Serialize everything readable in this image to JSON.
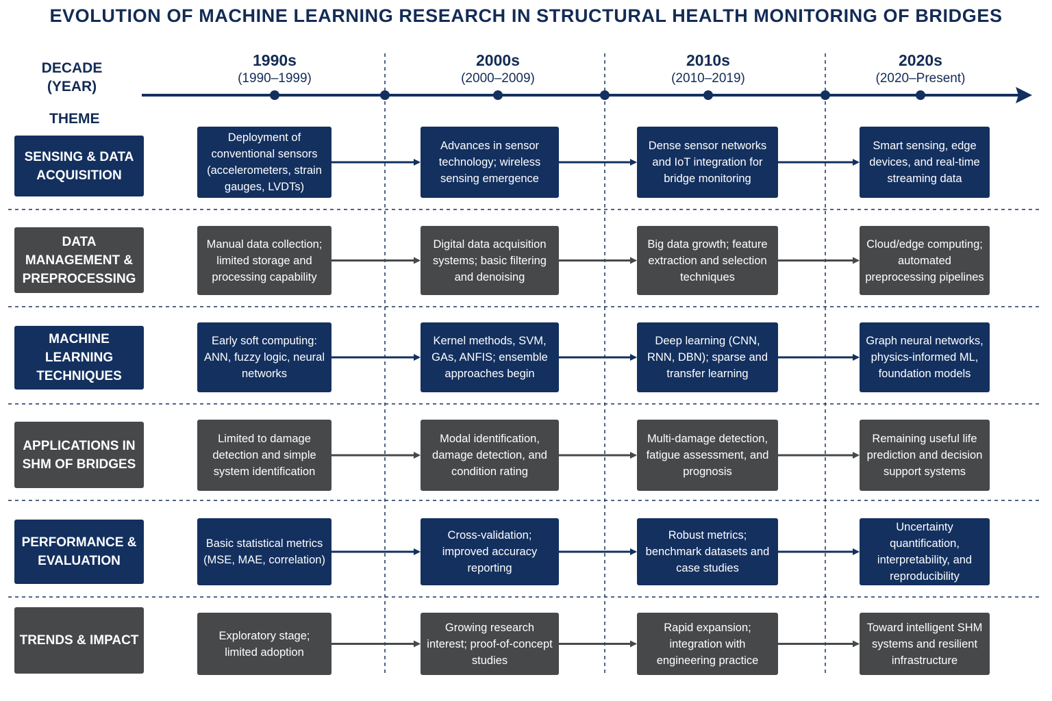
{
  "title": "EVOLUTION OF MACHINE LEARNING RESEARCH IN STRUCTURAL HEALTH MONITORING OF BRIDGES",
  "axis": {
    "decade_label_line1": "DECADE",
    "decade_label_line2": "(YEAR)",
    "theme_label": "THEME"
  },
  "colors": {
    "navy": "#13305f",
    "dark_gray": "#464849",
    "title": "#132b55"
  },
  "eras": [
    {
      "name": "1990s",
      "range": "(1990–1999)"
    },
    {
      "name": "2000s",
      "range": "(2000–2009)"
    },
    {
      "name": "2010s",
      "range": "(2010–2019)"
    },
    {
      "name": "2020s",
      "range": "(2020–Present)"
    }
  ],
  "rows": [
    {
      "label": "SENSING & DATA ACQUISITION",
      "style": "navy",
      "cells": [
        "Deployment of conventional sensors (accelerometers, strain gauges, LVDTs)",
        "Advances in sensor technology; wireless sensing emergence",
        "Dense sensor networks and IoT integration for bridge monitoring",
        "Smart sensing, edge devices, and real-time streaming data"
      ]
    },
    {
      "label": "DATA MANAGEMENT & PREPROCESSING",
      "style": "dark",
      "cells": [
        "Manual data collection; limited storage and processing capability",
        "Digital data acquisition systems; basic filtering and denoising",
        "Big data growth; feature extraction and selection techniques",
        "Cloud/edge computing; automated preprocessing pipelines"
      ]
    },
    {
      "label": "MACHINE LEARNING TECHNIQUES",
      "style": "navy",
      "cells": [
        "Early soft computing: ANN, fuzzy logic, neural networks",
        "Kernel methods, SVM, GAs, ANFIS; ensemble approaches begin",
        "Deep learning (CNN, RNN, DBN); sparse and transfer learning",
        "Graph neural networks, physics-informed ML, foundation models"
      ]
    },
    {
      "label": "APPLICATIONS IN SHM OF BRIDGES",
      "style": "dark",
      "cells": [
        "Limited to damage detection and simple system identification",
        "Modal identification, damage detection, and condition rating",
        "Multi-damage detection, fatigue assessment, and prognosis",
        "Remaining useful life prediction and decision support systems"
      ]
    },
    {
      "label": "PERFORMANCE & EVALUATION",
      "style": "navy",
      "cells": [
        "Basic statistical metrics (MSE, MAE, correlation)",
        "Cross-validation; improved accuracy reporting",
        "Robust metrics; benchmark datasets and case studies",
        "Uncertainty quantification, interpretability, and reproducibility"
      ]
    },
    {
      "label": "TRENDS & IMPACT",
      "style": "dark",
      "cells": [
        "Exploratory stage; limited adoption",
        "Growing research interest; proof-of-concept studies",
        "Rapid expansion; integration with engineering practice",
        "Toward intelligent SHM systems and resilient infrastructure"
      ]
    }
  ]
}
